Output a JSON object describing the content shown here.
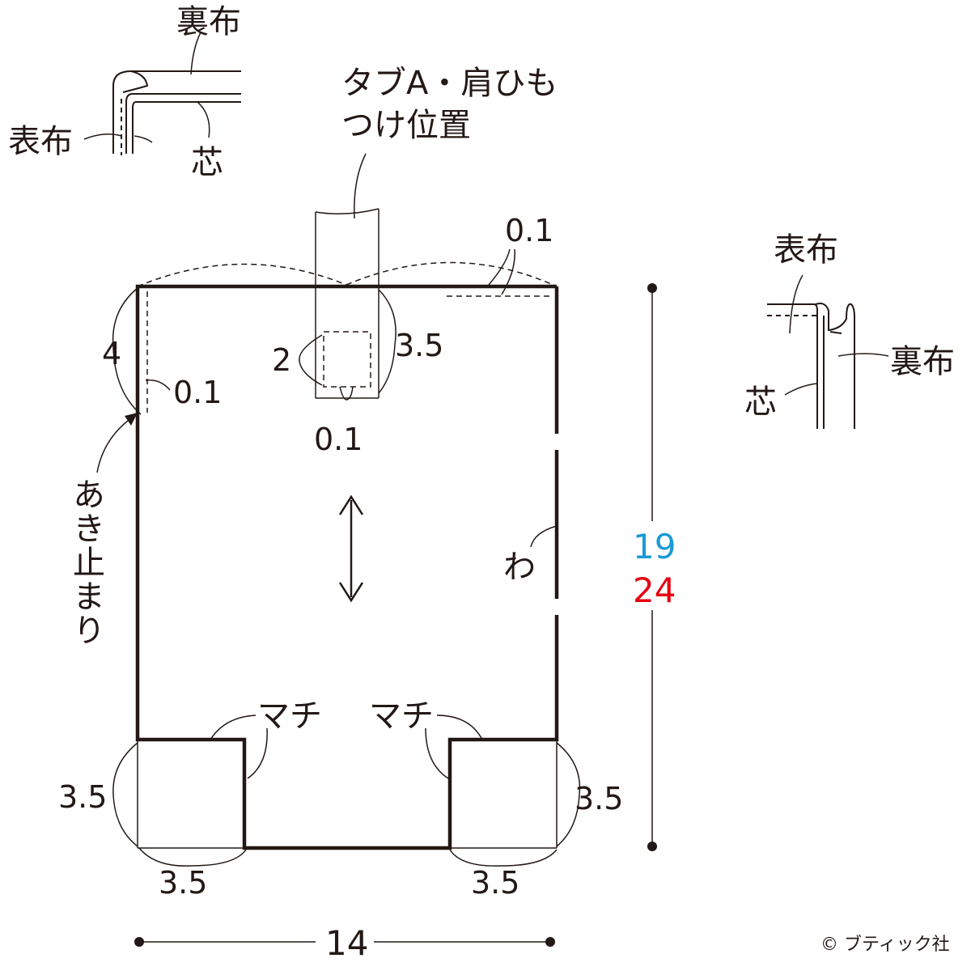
{
  "labels": {
    "urafu": "裏布",
    "omotefu": "表布",
    "shin": "芯",
    "tab_line1": "タブA・肩ひも",
    "tab_line2": "つけ位置",
    "aki_dome": "あき止まり",
    "wa": "わ",
    "machi": "マチ"
  },
  "dimensions": {
    "top_offset": "0.1",
    "side_4": "4",
    "side_offset": "0.1",
    "tab_width": "2",
    "tab_height": "3.5",
    "tab_offset": "0.1",
    "height_a": "19",
    "height_b": "24",
    "gusset": "3.5",
    "width": "14"
  },
  "colors": {
    "ink": "#231815",
    "height_a": "#1a9ad6",
    "height_b": "#e60012"
  },
  "copyright": "© ブティック社"
}
